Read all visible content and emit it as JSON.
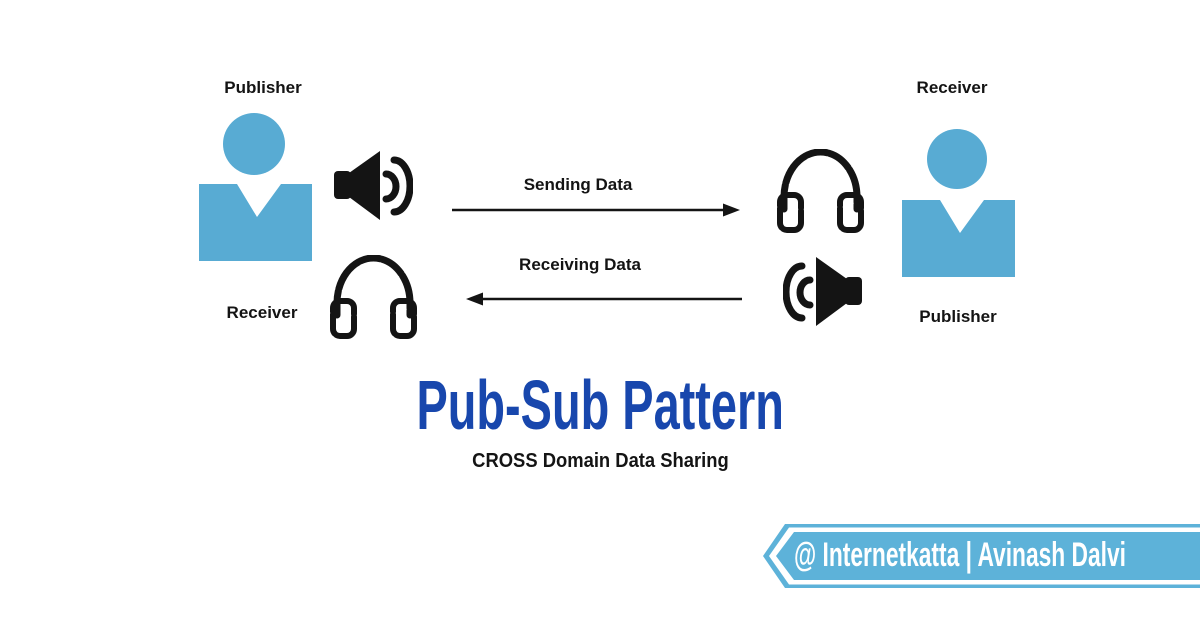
{
  "colors": {
    "person": "#58abd3",
    "ribbon": "#5db2d9",
    "title": "#1847ad",
    "ink": "#141414"
  },
  "diagram": {
    "left_actor": {
      "top_label": "Publisher",
      "bottom_label": "Receiver"
    },
    "right_actor": {
      "top_label": "Receiver",
      "bottom_label": "Publisher"
    },
    "flows": [
      {
        "label": "Sending Data",
        "direction": "right"
      },
      {
        "label": "Receiving Data",
        "direction": "left"
      }
    ]
  },
  "title_block": {
    "title": "Pub-Sub Pattern",
    "subtitle": "CROSS Domain Data Sharing"
  },
  "ribbon": {
    "text": "@ Internetkatta | Avinash Dalvi"
  }
}
